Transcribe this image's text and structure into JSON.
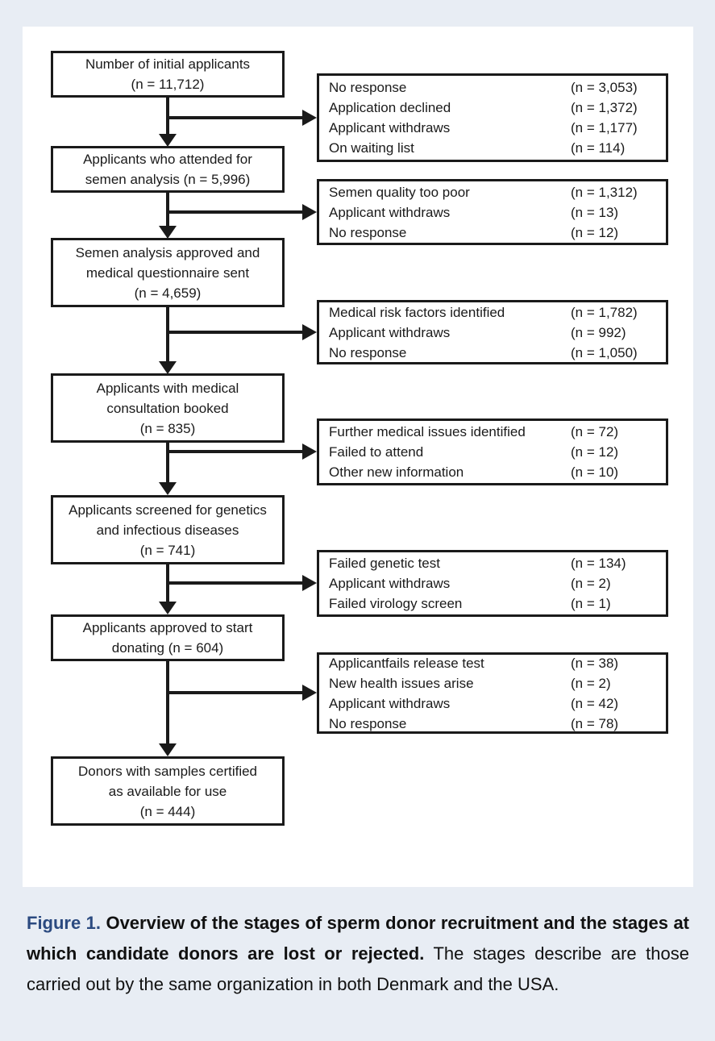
{
  "page": {
    "background_color": "#e8edf4",
    "panel_color": "#ffffff",
    "line_color": "#1a1a1a",
    "caption_label_color": "#2b4a80"
  },
  "flowchart": {
    "main_boxes": [
      {
        "text": "Number of initial applicants\n(n = 11,712)"
      },
      {
        "text": "Applicants who attended for\nsemen analysis (n = 5,996)"
      },
      {
        "text": "Semen analysis approved and\nmedical questionnaire sent\n(n = 4,659)"
      },
      {
        "text": "Applicants with medical\nconsultation booked\n(n = 835)"
      },
      {
        "text": "Applicants screened for genetics\nand infectious diseases\n(n = 741)"
      },
      {
        "text": "Applicants approved to start\ndonating (n = 604)"
      },
      {
        "text": "Donors with samples certified\nas available for use\n(n = 444)"
      }
    ],
    "side_boxes": [
      {
        "rows": [
          {
            "label": "No response",
            "count": "(n = 3,053)"
          },
          {
            "label": "Application declined",
            "count": "(n = 1,372)"
          },
          {
            "label": "Applicant withdraws",
            "count": "(n = 1,177)"
          },
          {
            "label": "On waiting list",
            "count": "(n = 114)"
          }
        ]
      },
      {
        "rows": [
          {
            "label": "Semen quality too poor",
            "count": "(n = 1,312)"
          },
          {
            "label": "Applicant withdraws",
            "count": "(n = 13)"
          },
          {
            "label": "No response",
            "count": "(n = 12)"
          }
        ]
      },
      {
        "rows": [
          {
            "label": "Medical risk factors identified",
            "count": "(n = 1,782)"
          },
          {
            "label": "Applicant withdraws",
            "count": "(n = 992)"
          },
          {
            "label": "No response",
            "count": "(n = 1,050)"
          }
        ]
      },
      {
        "rows": [
          {
            "label": "Further medical issues identified",
            "count": "(n = 72)"
          },
          {
            "label": "Failed to attend",
            "count": "(n = 12)"
          },
          {
            "label": "Other new information",
            "count": "(n = 10)"
          }
        ]
      },
      {
        "rows": [
          {
            "label": "Failed genetic test",
            "count": "(n = 134)"
          },
          {
            "label": "Applicant withdraws",
            "count": "(n = 2)"
          },
          {
            "label": "Failed virology screen",
            "count": "(n = 1)"
          }
        ]
      },
      {
        "rows": [
          {
            "label": "Applicantfails release test",
            "count": "(n = 38)"
          },
          {
            "label": "New health issues arise",
            "count": "(n = 2)"
          },
          {
            "label": "Applicant withdraws",
            "count": "(n = 42)"
          },
          {
            "label": "No response",
            "count": "(n = 78)"
          }
        ]
      }
    ]
  },
  "caption": {
    "label": "Figure 1.",
    "bold_text": "Overview of the stages of sperm donor recruitment and the stages at which candidate donors are lost or rejected.",
    "body_text": "The stages describe are those carried out by the same organization in both Denmark and the USA."
  }
}
